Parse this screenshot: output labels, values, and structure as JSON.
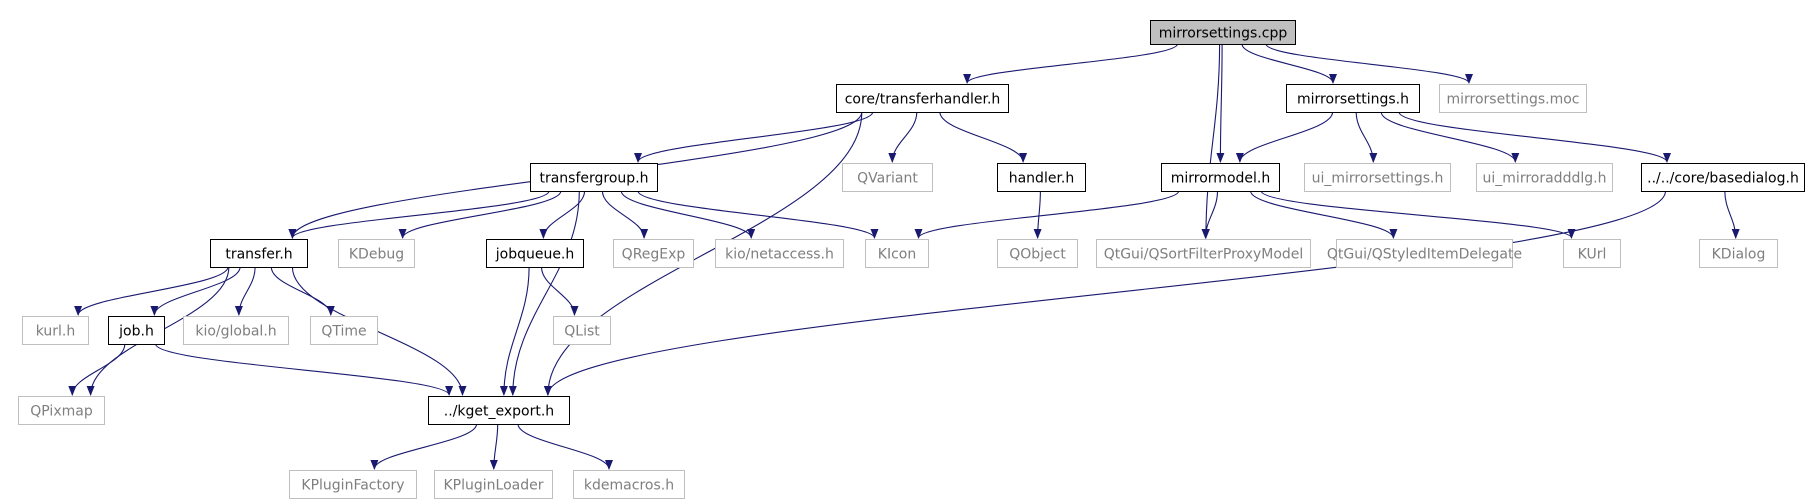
{
  "colors": {
    "edge": "#191970",
    "root_fill": "#bfbfbf",
    "documented_border": "#000000",
    "external_border": "#bfbfbf",
    "external_text": "#7f7f7f",
    "text": "#000000"
  },
  "nodes": [
    {
      "id": "root",
      "label": "mirrorsettings.cpp",
      "kind": "root"
    },
    {
      "id": "transferhandler",
      "label": "core/transferhandler.h",
      "kind": "documented"
    },
    {
      "id": "mirrorsettings_h",
      "label": "mirrorsettings.h",
      "kind": "documented"
    },
    {
      "id": "mirrorsettings_moc",
      "label": "mirrorsettings.moc",
      "kind": "external"
    },
    {
      "id": "transfergroup",
      "label": "transfergroup.h",
      "kind": "documented"
    },
    {
      "id": "qvariant",
      "label": "QVariant",
      "kind": "external"
    },
    {
      "id": "handler",
      "label": "handler.h",
      "kind": "documented"
    },
    {
      "id": "mirrormodel",
      "label": "mirrormodel.h",
      "kind": "documented"
    },
    {
      "id": "ui_mirrorsettings",
      "label": "ui_mirrorsettings.h",
      "kind": "external"
    },
    {
      "id": "ui_mirroradddlg",
      "label": "ui_mirroradddlg.h",
      "kind": "external"
    },
    {
      "id": "basedialog",
      "label": "../../core/basedialog.h",
      "kind": "documented"
    },
    {
      "id": "transfer",
      "label": "transfer.h",
      "kind": "documented"
    },
    {
      "id": "kdebug",
      "label": "KDebug",
      "kind": "external"
    },
    {
      "id": "jobqueue",
      "label": "jobqueue.h",
      "kind": "documented"
    },
    {
      "id": "qregexp",
      "label": "QRegExp",
      "kind": "external"
    },
    {
      "id": "netaccess",
      "label": "kio/netaccess.h",
      "kind": "external"
    },
    {
      "id": "kicon",
      "label": "KIcon",
      "kind": "external"
    },
    {
      "id": "qobject",
      "label": "QObject",
      "kind": "external"
    },
    {
      "id": "qsortfilter",
      "label": "QtGui/QSortFilterProxyModel",
      "kind": "external"
    },
    {
      "id": "qstyleditem",
      "label": "QtGui/QStyledItemDelegate",
      "kind": "external"
    },
    {
      "id": "kurl",
      "label": "KUrl",
      "kind": "external"
    },
    {
      "id": "kdialog",
      "label": "KDialog",
      "kind": "external"
    },
    {
      "id": "kurl_h",
      "label": "kurl.h",
      "kind": "external"
    },
    {
      "id": "job",
      "label": "job.h",
      "kind": "documented"
    },
    {
      "id": "kio_global",
      "label": "kio/global.h",
      "kind": "external"
    },
    {
      "id": "qtime",
      "label": "QTime",
      "kind": "external"
    },
    {
      "id": "qlist",
      "label": "QList",
      "kind": "external"
    },
    {
      "id": "qpixmap",
      "label": "QPixmap",
      "kind": "external"
    },
    {
      "id": "kget_export",
      "label": "../kget_export.h",
      "kind": "documented"
    },
    {
      "id": "kpluginfactory",
      "label": "KPluginFactory",
      "kind": "external"
    },
    {
      "id": "kpluginloader",
      "label": "KPluginLoader",
      "kind": "external"
    },
    {
      "id": "kdemacros",
      "label": "kdemacros.h",
      "kind": "external"
    }
  ],
  "edges": [
    [
      "root",
      "transferhandler"
    ],
    [
      "root",
      "mirrorsettings_h"
    ],
    [
      "root",
      "mirrorsettings_moc"
    ],
    [
      "root",
      "mirrormodel"
    ],
    [
      "root",
      "qsortfilter"
    ],
    [
      "transferhandler",
      "transfer"
    ],
    [
      "transferhandler",
      "transfergroup"
    ],
    [
      "transferhandler",
      "qvariant"
    ],
    [
      "transferhandler",
      "handler"
    ],
    [
      "transferhandler",
      "kget_export"
    ],
    [
      "mirrorsettings_h",
      "mirrormodel"
    ],
    [
      "mirrorsettings_h",
      "ui_mirrorsettings"
    ],
    [
      "mirrorsettings_h",
      "ui_mirroradddlg"
    ],
    [
      "mirrorsettings_h",
      "basedialog"
    ],
    [
      "transfergroup",
      "transfer"
    ],
    [
      "transfergroup",
      "kdebug"
    ],
    [
      "transfergroup",
      "jobqueue"
    ],
    [
      "transfergroup",
      "qregexp"
    ],
    [
      "transfergroup",
      "netaccess"
    ],
    [
      "transfergroup",
      "kicon"
    ],
    [
      "transfergroup",
      "kget_export"
    ],
    [
      "handler",
      "qobject"
    ],
    [
      "mirrormodel",
      "kicon"
    ],
    [
      "mirrormodel",
      "qsortfilter"
    ],
    [
      "mirrormodel",
      "qstyleditem"
    ],
    [
      "mirrormodel",
      "kurl"
    ],
    [
      "basedialog",
      "kdialog"
    ],
    [
      "basedialog",
      "kget_export"
    ],
    [
      "transfer",
      "qpixmap"
    ],
    [
      "transfer",
      "kurl_h"
    ],
    [
      "transfer",
      "job"
    ],
    [
      "transfer",
      "kio_global"
    ],
    [
      "transfer",
      "qtime"
    ],
    [
      "transfer",
      "kget_export"
    ],
    [
      "jobqueue",
      "qlist"
    ],
    [
      "jobqueue",
      "kget_export"
    ],
    [
      "job",
      "qpixmap"
    ],
    [
      "job",
      "kget_export"
    ],
    [
      "kget_export",
      "kpluginfactory"
    ],
    [
      "kget_export",
      "kpluginloader"
    ],
    [
      "kget_export",
      "kdemacros"
    ]
  ]
}
